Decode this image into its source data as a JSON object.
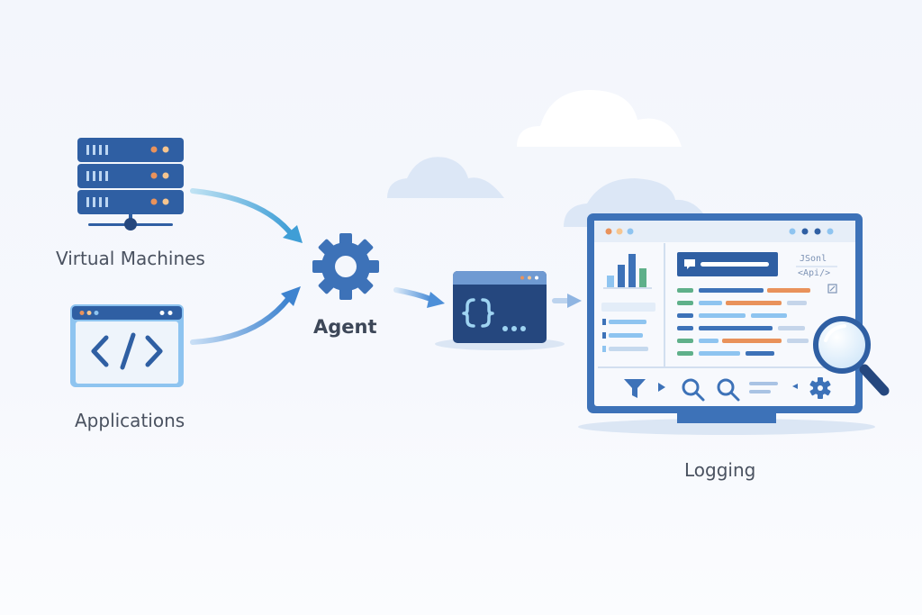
{
  "labels": {
    "virtual_machines": "Virtual Machines",
    "applications": "Applications",
    "agent": "Agent",
    "logging": "Logging"
  },
  "icons": {
    "servers": "server-rack-icon",
    "app_window": "code-window-icon",
    "agent": "gear-icon",
    "collector": "json-braces-icon",
    "dashboard": "monitor-dashboard-icon",
    "magnifier": "magnifier-icon"
  },
  "dashboard": {
    "json_label": "JSonl",
    "api_label": "<Api/>"
  },
  "colors": {
    "primary": "#2f5fa3",
    "dark": "#25477e",
    "light_blue": "#8ec4f0",
    "accent_orange": "#e9925b",
    "accent_green": "#5fb08a"
  }
}
